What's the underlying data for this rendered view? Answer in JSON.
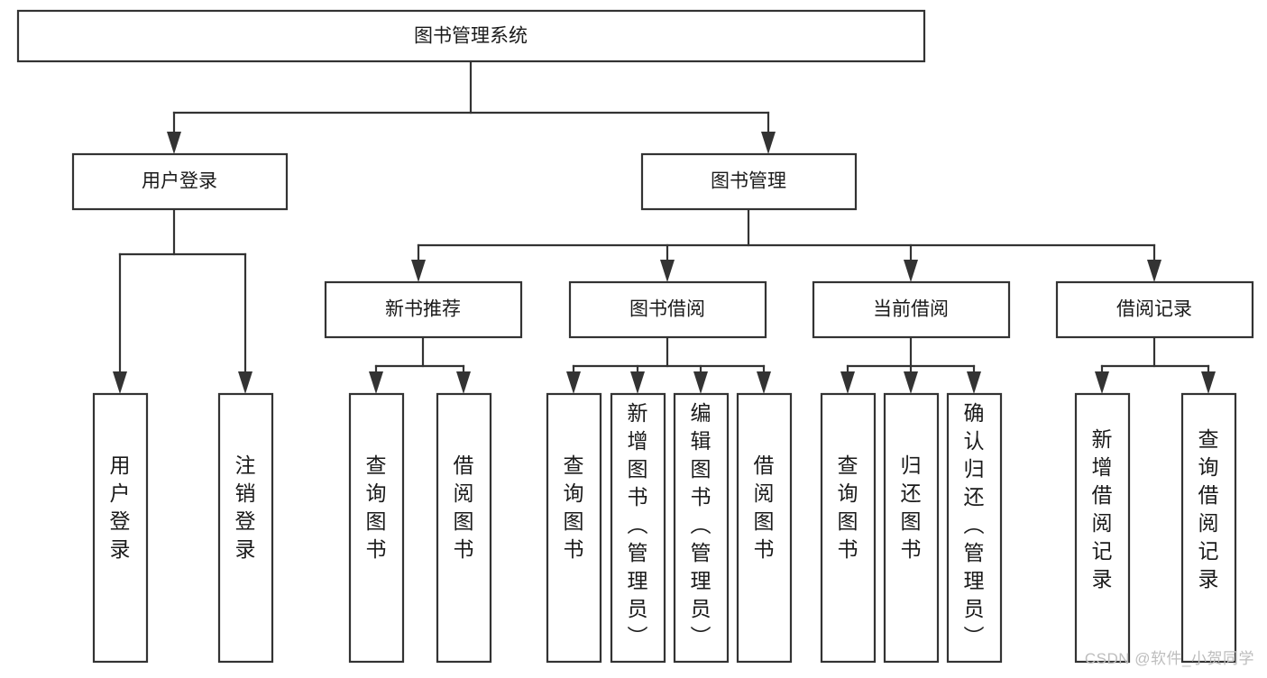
{
  "diagram": {
    "type": "tree-hierarchy",
    "title": "图书管理系统",
    "watermark": "CSDN @软件_小贺同学",
    "colors": {
      "stroke": "#333333",
      "fill": "#ffffff",
      "text": "#1a1a1a",
      "watermark": "#bdbdbd"
    },
    "root": {
      "label": "图书管理系统",
      "level": 1
    },
    "level2": [
      {
        "label": "用户登录"
      },
      {
        "label": "图书管理"
      }
    ],
    "level3": [
      {
        "label": "新书推荐"
      },
      {
        "label": "图书借阅"
      },
      {
        "label": "当前借阅"
      },
      {
        "label": "借阅记录"
      }
    ],
    "leaves": {
      "user_login": [
        {
          "label": "用户登录"
        },
        {
          "label": "注销登录"
        }
      ],
      "new_book_recommend": [
        {
          "label": "查询图书"
        },
        {
          "label": "借阅图书"
        }
      ],
      "book_borrow": [
        {
          "label": "查询图书"
        },
        {
          "label": "新增图书（管理员）"
        },
        {
          "label": "编辑图书（管理员）"
        },
        {
          "label": "借阅图书"
        }
      ],
      "current_borrow": [
        {
          "label": "查询图书"
        },
        {
          "label": "归还图书"
        },
        {
          "label": "确认归还（管理员）"
        }
      ],
      "borrow_record": [
        {
          "label": "新增借阅记录"
        },
        {
          "label": "查询借阅记录"
        }
      ]
    }
  }
}
